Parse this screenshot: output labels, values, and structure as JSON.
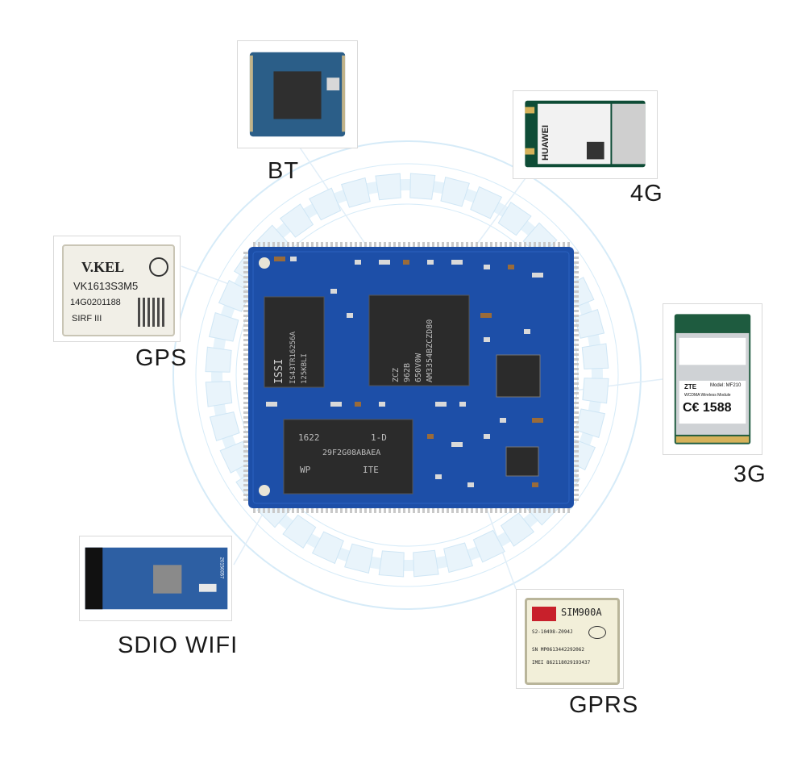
{
  "modules": {
    "bt": {
      "label": "BT"
    },
    "g4": {
      "label": "4G",
      "chip_text": "HUAWEI"
    },
    "gps": {
      "label": "GPS",
      "lines": [
        "V.KEL",
        "VK1613S3M5",
        "14G0201188",
        "SIRF III"
      ]
    },
    "g3": {
      "label": "3G",
      "lines": [
        "ZTE",
        "Model: MF210",
        "WCDMA Wireless Module",
        "C€ 1588"
      ]
    },
    "wifi": {
      "label": "SDIO WIFI",
      "pcb_text": "20150057"
    },
    "gprs": {
      "label": "GPRS",
      "lines": [
        "SIM900A",
        "S2-10498-Z094J",
        "SN MP0613442292062",
        "IMEI 862118029193437"
      ]
    }
  },
  "board": {
    "ram_text": [
      "ISSI",
      "IS43TR16256A",
      "125KBLI"
    ],
    "cpu_text": [
      "AM3354BZCZD80",
      "650V0W",
      "962B",
      "ZCZ"
    ],
    "flash_text": [
      "1622",
      "1-D",
      "29F2G08ABAEA",
      "WP",
      "ITE"
    ]
  },
  "colors": {
    "ring": "#cfe7f6",
    "pcb": "#1d4fa8",
    "pcb_dark": "#163e89",
    "pad": "#c9c9c9",
    "chip": "#2b2b2b"
  }
}
